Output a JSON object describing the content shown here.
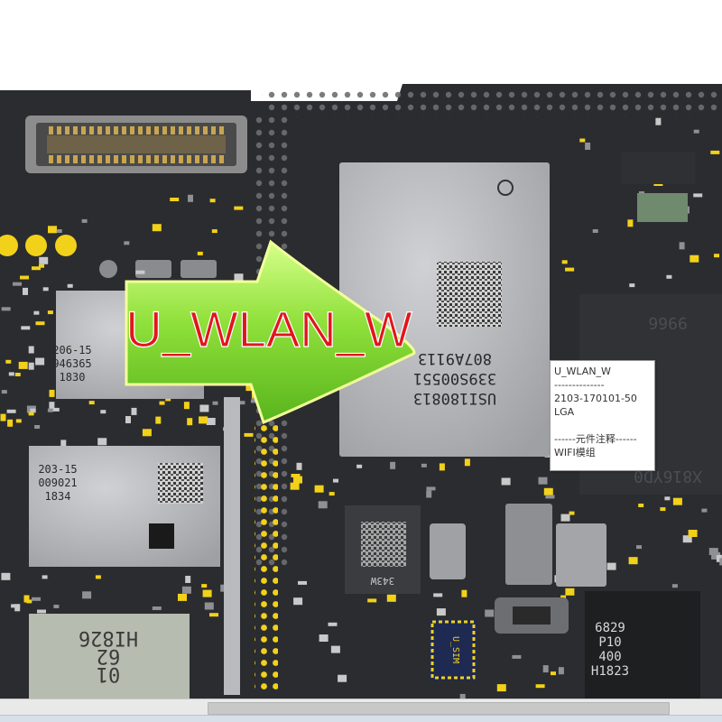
{
  "board": {
    "background": "#2b2c30",
    "component_label": "U_WLAN_W",
    "chips": [
      {
        "name": "chip-u-wlan-w",
        "lines": [
          "807A9113",
          "339S00551",
          "USI180813"
        ]
      },
      {
        "name": "chip-left-top",
        "lines": [
          "206-15",
          "946365",
          "1830"
        ]
      },
      {
        "name": "chip-left-mid",
        "lines": [
          "203-15",
          "009021",
          "1834"
        ]
      },
      {
        "name": "chip-left-bottom",
        "lines": [
          "HI826",
          "62",
          "01"
        ]
      },
      {
        "name": "chip-right-bottom",
        "lines": [
          "6829",
          "P10",
          "400",
          "H1823"
        ]
      },
      {
        "name": "chip-right-large",
        "lines": [
          "9966",
          "X816YD0"
        ]
      },
      {
        "name": "chip-small-mid",
        "lines": [
          "343W"
        ]
      },
      {
        "name": "chip-sim",
        "lines": [
          "U_SIM"
        ]
      }
    ]
  },
  "tooltip": {
    "title": "U_WLAN_W",
    "separator": "--------------",
    "part_number": "2103-170101-50",
    "package": "LGA",
    "notes_header": "------元件注释------",
    "note": "WIFI模组"
  },
  "colors": {
    "arrow_fill": "#7ed62f",
    "label_red": "#e0161b",
    "pad_yellow": "#f2d11a",
    "chip_silver": "#b9babd"
  }
}
